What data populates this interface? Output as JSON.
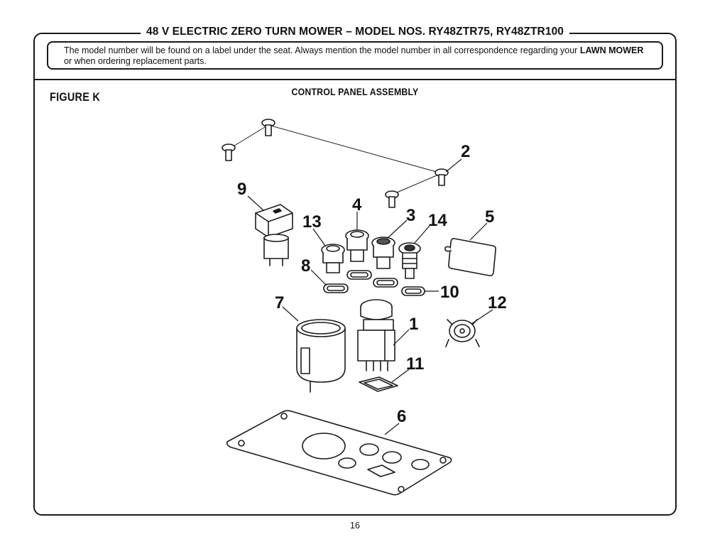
{
  "header": {
    "title": "48 V ELECTRIC ZERO TURN MOWER – MODEL NOS. RY48ZTR75, RY48ZTR100"
  },
  "notice": {
    "text_before": "The model number will be found on a label under the seat. Always mention the model number in all correspondence regarding your ",
    "bold": "LAWN MOWER",
    "text_after": " or when ordering replacement parts."
  },
  "figure": {
    "label": "FIGURE K",
    "title": "CONTROL PANEL ASSEMBLY"
  },
  "callouts": {
    "c1": "1",
    "c2": "2",
    "c3": "3",
    "c4": "4",
    "c5": "5",
    "c6": "6",
    "c7": "7",
    "c8": "8",
    "c9": "9",
    "c10": "10",
    "c11": "11",
    "c12": "12",
    "c13": "13",
    "c14": "14"
  },
  "footer": {
    "page_number": "16"
  }
}
